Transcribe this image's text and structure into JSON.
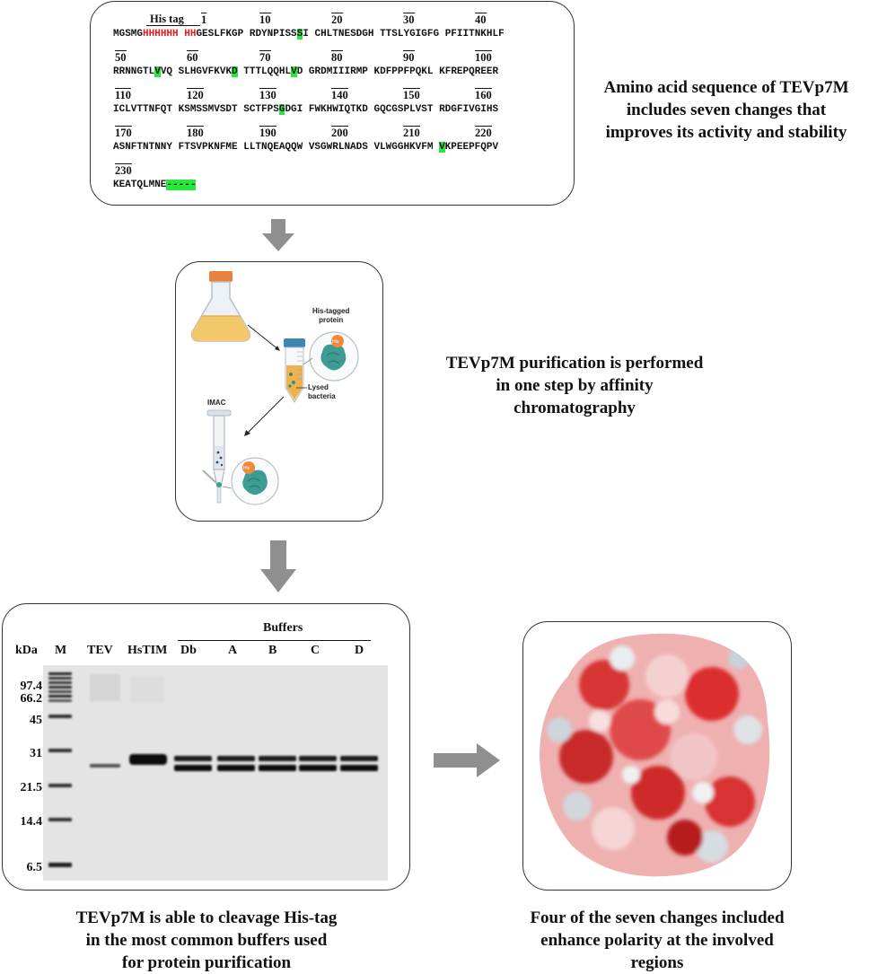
{
  "sequence_panel": {
    "his_tag_label": "His tag",
    "rows": [
      {
        "numbers": [
          "1",
          "10",
          "20",
          "30",
          "40"
        ],
        "segments": "MGSMG|HHHHHH HH|GESLFKGP RDYNPISS|S|I CHLTNESDGH TTSLYGIGFG PFIITNKHLF"
      },
      {
        "numbers": [
          "50",
          "60",
          "70",
          "80",
          "90",
          "100"
        ]
      },
      {
        "numbers": [
          "110",
          "120",
          "130",
          "140",
          "150",
          "160"
        ]
      },
      {
        "numbers": [
          "170",
          "180",
          "190",
          "200",
          "210",
          "220"
        ]
      },
      {
        "numbers": [
          "230"
        ]
      }
    ]
  },
  "captions": {
    "sequence": [
      "Amino acid sequence of TEVp7M",
      "includes seven changes that",
      "improves its activity and stability"
    ],
    "purification": [
      "TEVp7M purification is performed",
      "in one step by affinity",
      "chromatography"
    ],
    "gel": [
      "TEVp7M is able to cleavage His-tag",
      "in the most common buffers used",
      "for protein purification"
    ],
    "structure": [
      "Four of the seven changes included",
      "enhance polarity at the involved",
      "regions"
    ]
  },
  "schematic": {
    "his_tagged": [
      "His-tagged",
      "protein"
    ],
    "lysed": [
      "Lysed",
      "bacteria"
    ],
    "imac": "IMAC",
    "his_badge": "His"
  },
  "gel": {
    "buffers_label": "Buffers",
    "kda_label": "kDa",
    "lanes": [
      "M",
      "TEV",
      "HsTIM",
      "Db",
      "A",
      "B",
      "C",
      "D"
    ],
    "markers": [
      "97.4",
      "66.2",
      "45",
      "31",
      "21.5",
      "14.4",
      "6.5"
    ]
  }
}
